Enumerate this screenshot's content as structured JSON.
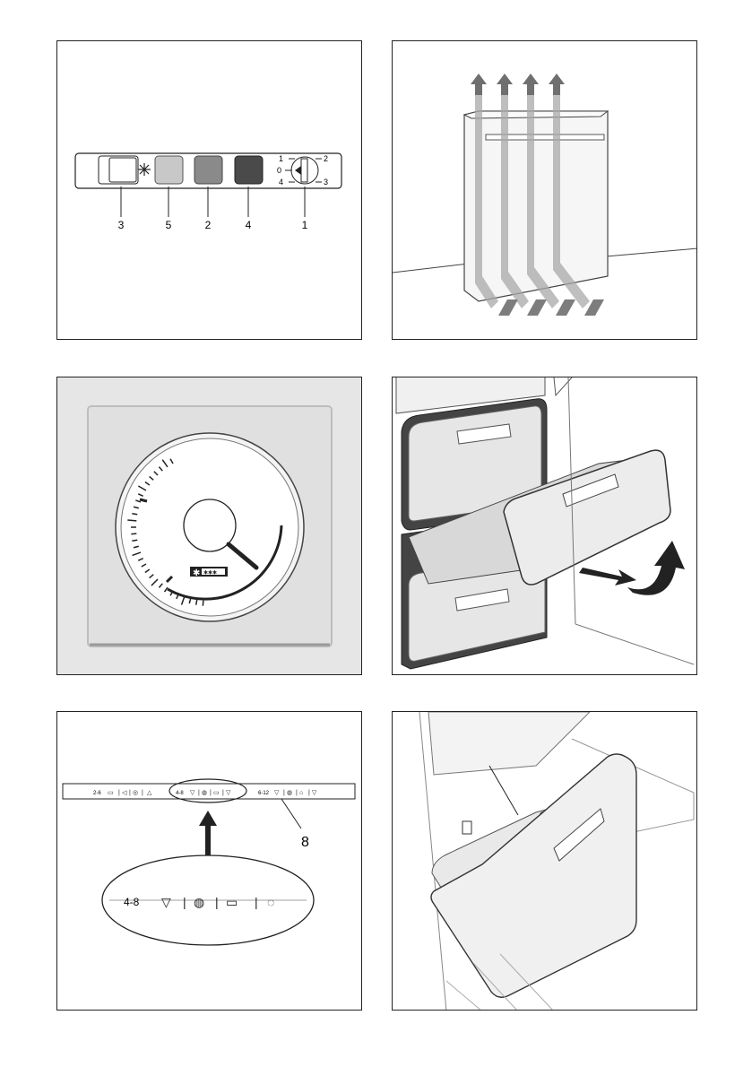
{
  "control_panel": {
    "dial_marks": [
      "1",
      "2",
      "0",
      "4",
      "3"
    ],
    "callouts": [
      "3",
      "5",
      "2",
      "4",
      "1"
    ]
  },
  "shelf_strip": {
    "ranges": [
      "2-6",
      "4-8",
      "6-12"
    ],
    "callout": "8"
  },
  "zoom_label": {
    "range": "4-8"
  },
  "colors": {
    "lamp_light": "#c8c8c8",
    "lamp_mid": "#8a8a8a",
    "lamp_dark": "#4a4a4a",
    "dial_bg": "#e2e2e2"
  }
}
